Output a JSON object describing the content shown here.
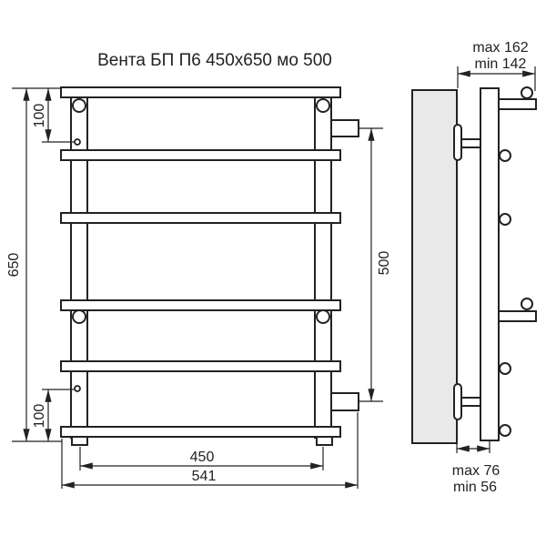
{
  "title": "Вента БП П6 450x650 мо 500",
  "front_view": {
    "dims": {
      "total_height": "650",
      "top_offset": "100",
      "bottom_offset": "100",
      "connection_spacing": "500",
      "axis_width": "450",
      "total_width": "541"
    }
  },
  "side_view": {
    "dims": {
      "depth_max": "max 162",
      "depth_min": "min 142",
      "wall_gap_max": "max 76",
      "wall_gap_min": "min 56"
    }
  },
  "colors": {
    "line": "#222222",
    "wall_fill": "#e9e9e9",
    "background": "#ffffff"
  }
}
